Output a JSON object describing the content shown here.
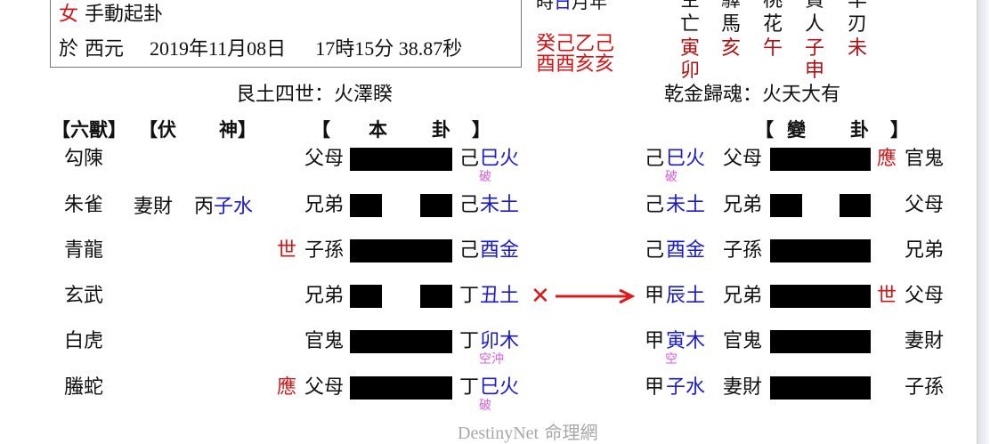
{
  "info": {
    "gender": "女",
    "method": "手動起卦",
    "date_prefix": "於 西元",
    "date": "2019年11月08日",
    "time": "17時15分 38.87秒"
  },
  "pillars": {
    "header": {
      "hour": "時",
      "day": "日",
      "month": "月",
      "year": "年"
    },
    "stems": "癸己乙己",
    "branches": "酉酉亥亥"
  },
  "shensha": {
    "top_partial": [
      "空",
      "驛",
      "桃",
      "貴",
      "羊"
    ],
    "labels": [
      "亡",
      "馬",
      "花",
      "人",
      "刃"
    ],
    "values": [
      "寅",
      "亥",
      "午",
      "子",
      "未"
    ],
    "values2": [
      "卯",
      "",
      "",
      "申",
      ""
    ]
  },
  "gua_names": {
    "ben": "艮土四世：火澤睽",
    "bian": "乾金歸魂：火天大有"
  },
  "headers": {
    "liushou": "【六獸】",
    "fushen_open": "【伏",
    "fushen_close": "神】",
    "ben_open": "【",
    "ben_mid1": "本",
    "ben_mid2": "卦",
    "ben_close": "】",
    "bian_open": "【",
    "bian_mid1": "變",
    "bian_mid2": "卦",
    "bian_close": "】"
  },
  "fushen": {
    "relation": "妻財",
    "stem": "丙",
    "branch": "子水"
  },
  "lines": [
    {
      "beast": "勾陳",
      "mark": "",
      "relation": "父母",
      "yang": true,
      "stem": "己",
      "branch": "巳火",
      "note": "破",
      "moving": false,
      "b_stem": "己",
      "b_branch": "巳火",
      "b_note": "破",
      "b_relation": "父母",
      "b_yang": true,
      "b_mark": "應",
      "b_sixrel": "官鬼"
    },
    {
      "beast": "朱雀",
      "mark": "",
      "relation": "兄弟",
      "yang": false,
      "stem": "己",
      "branch": "未土",
      "note": "",
      "moving": false,
      "b_stem": "己",
      "b_branch": "未土",
      "b_note": "",
      "b_relation": "兄弟",
      "b_yang": false,
      "b_mark": "",
      "b_sixrel": "父母"
    },
    {
      "beast": "青龍",
      "mark": "世",
      "relation": "子孫",
      "yang": true,
      "stem": "己",
      "branch": "酉金",
      "note": "",
      "moving": false,
      "b_stem": "己",
      "b_branch": "酉金",
      "b_note": "",
      "b_relation": "子孫",
      "b_yang": true,
      "b_mark": "",
      "b_sixrel": "兄弟"
    },
    {
      "beast": "玄武",
      "mark": "",
      "relation": "兄弟",
      "yang": false,
      "stem": "丁",
      "branch": "丑土",
      "note": "",
      "moving": true,
      "b_stem": "甲",
      "b_branch": "辰土",
      "b_note": "",
      "b_relation": "兄弟",
      "b_yang": true,
      "b_mark": "世",
      "b_sixrel": "父母"
    },
    {
      "beast": "白虎",
      "mark": "",
      "relation": "官鬼",
      "yang": true,
      "stem": "丁",
      "branch": "卯木",
      "note": "空沖",
      "moving": false,
      "b_stem": "甲",
      "b_branch": "寅木",
      "b_note": "空",
      "b_relation": "官鬼",
      "b_yang": true,
      "b_mark": "",
      "b_sixrel": "妻財"
    },
    {
      "beast": "螣蛇",
      "mark": "應",
      "relation": "父母",
      "yang": true,
      "stem": "丁",
      "branch": "巳火",
      "note": "破",
      "moving": false,
      "b_stem": "甲",
      "b_branch": "子水",
      "b_note": "",
      "b_relation": "妻財",
      "b_yang": true,
      "b_mark": "",
      "b_sixrel": "子孫"
    }
  ],
  "moving_symbol": "✕",
  "footer": {
    "brand": "DestinyNet",
    "cn": "命理網"
  }
}
